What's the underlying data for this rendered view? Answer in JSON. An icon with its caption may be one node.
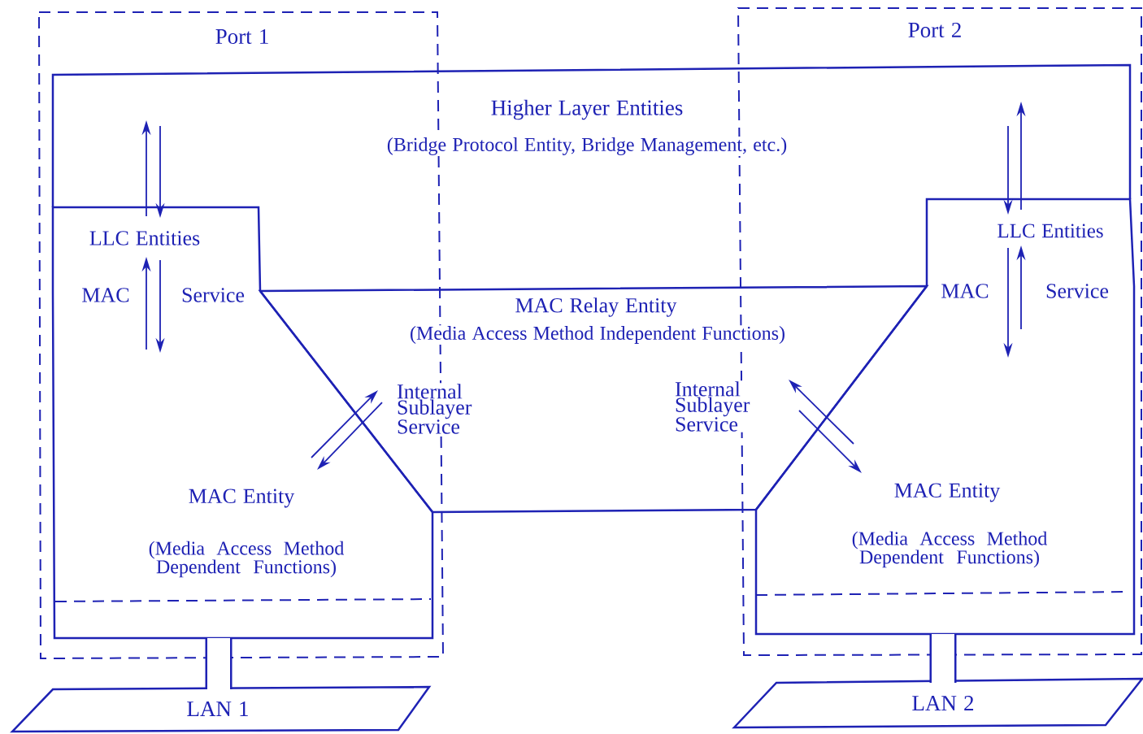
{
  "diagram": {
    "nodes": [
      {
        "text": [
          "Port 1"
        ]
      },
      {
        "text": [
          "Port 2"
        ]
      },
      {
        "text": [
          "Higher Layer Entities",
          "(Bridge Protocol Entity, Bridge Management, etc.)"
        ]
      },
      {
        "text": [
          "LLC Entities"
        ],
        "in": 0
      },
      {
        "text": [
          "MAC Relay Entity",
          "(Media Access Method Independent Functions)"
        ]
      },
      {
        "text": [
          "MAC Entity",
          "(Media Access Method Dependent Functions)"
        ],
        "in": 0
      },
      {
        "text": [
          "LLC Entities"
        ],
        "in": 1
      },
      {
        "text": [
          "MAC Entity",
          "(Media Access Method Dependent Functions)"
        ],
        "in": 1
      },
      {
        "text": [
          "LAN 1"
        ]
      },
      {
        "text": [
          "LAN 2"
        ]
      }
    ],
    "edges": [
      {
        "from": 3,
        "to": 2,
        "arrow": "to"
      },
      {
        "from": 2,
        "to": 3,
        "arrow": "to"
      },
      {
        "from": 5,
        "to": 3,
        "arrow": "to"
      },
      {
        "from": 3,
        "to": 5,
        "arrow": "to"
      },
      {
        "from": 5,
        "to": 4,
        "arrow": "to"
      },
      {
        "from": 4,
        "to": 5,
        "arrow": "to"
      },
      {
        "from": 6,
        "to": 2,
        "arrow": "to"
      },
      {
        "from": 2,
        "to": 6,
        "arrow": "to"
      },
      {
        "from": 7,
        "to": 6,
        "arrow": "to"
      },
      {
        "from": 6,
        "to": 7,
        "arrow": "to"
      },
      {
        "from": 7,
        "to": 4,
        "arrow": "to"
      },
      {
        "from": 4,
        "to": 7,
        "arrow": "to"
      },
      {
        "from": 5,
        "to": 8,
        "arrow": "none",
        "style": "thick"
      },
      {
        "from": 7,
        "to": 9,
        "arrow": "none",
        "style": "thick"
      }
    ],
    "labels": [
      "MAC",
      "Service",
      "MAC",
      "Service",
      "Internal Sublayer Service",
      "Internal Sublayer Service"
    ]
  }
}
